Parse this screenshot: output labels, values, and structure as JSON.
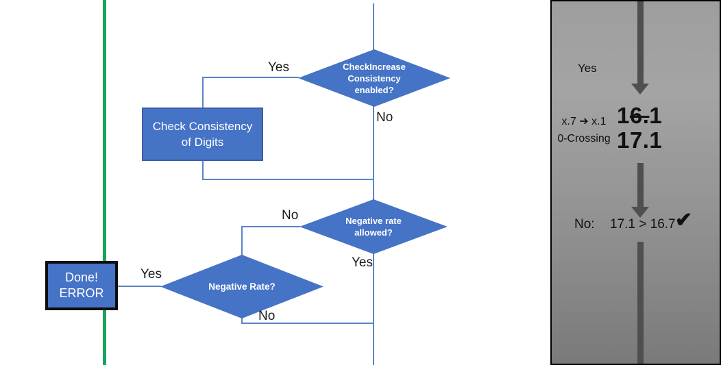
{
  "colors": {
    "shape_blue": "#4573C6",
    "connector_blue": "#5B84C6",
    "green_line": "#18A35B",
    "arrow_gray": "#4F4F4F",
    "panel_border": "#000000"
  },
  "flowchart": {
    "diamond_check_increase": {
      "line1": "CheckIncrease",
      "line2": "Consistency",
      "line3": "enabled?"
    },
    "rect_check_consistency": {
      "line1": "Check Consistency",
      "line2": "of Digits"
    },
    "diamond_negative_allowed": {
      "line1": "Negative rate",
      "line2": "allowed?"
    },
    "diamond_negative_rate": {
      "label": "Negative Rate?"
    },
    "done_error_box": {
      "line1": "Done!",
      "line2": "ERROR"
    },
    "labels": {
      "yes_top": "Yes",
      "no_top": "No",
      "no_mid": "No",
      "yes_mid": "Yes",
      "yes_done": "Yes",
      "no_bottom": "No"
    }
  },
  "side_panel": {
    "yes_label": "Yes",
    "mapping_line1": "x.7 ➔ x.1",
    "mapping_line2": "0-Crossing",
    "old_value": {
      "prefix": "1",
      "struck": "6.",
      "suffix": "1"
    },
    "new_value": "17.1",
    "no_label": "No:",
    "comparison": "17.1 > 16.7",
    "checkmark": "✔"
  }
}
